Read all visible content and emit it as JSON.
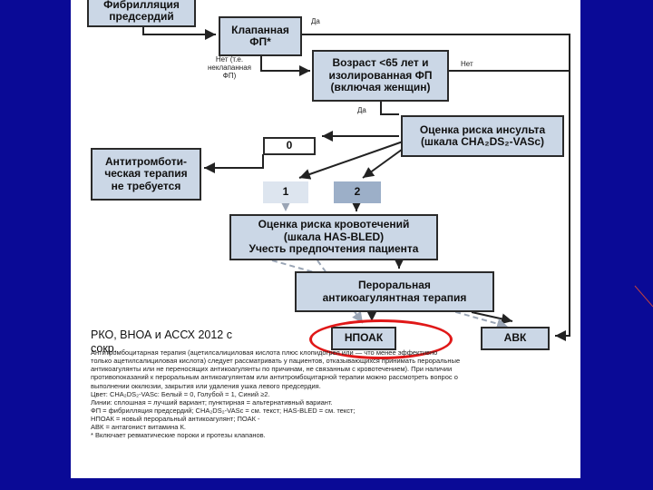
{
  "boxes": {
    "af": "Фибрилляция\nпредсердий",
    "valvular": "Клапанная\nФП*",
    "age": "Возраст <65 лет и\nизолированная ФП\n(включая женщин)",
    "stroke": "Оценка риска инсульта\n(шкала CHA₂DS₂-VASc)",
    "zero": "0",
    "antithrombotic": "Антитромботи-\nческая терапия\nне требуется",
    "one": "1",
    "two": "2",
    "bleeding": "Оценка риска кровотечений\n(шкала HAS-BLED)\nУчесть предпочтения пациента",
    "oral": "Пероральная\nантикоагулянтная терапия",
    "npoak": "НПОАК",
    "avk": "АВК"
  },
  "labels": {
    "yes1": "Да",
    "no1": "Нет (т.е.\nнеклапанная\nФП)",
    "no2": "Нет",
    "yes2": "Да"
  },
  "caption": "РКО, ВНОА и АССХ 2012 с\nсокр.",
  "legend": [
    "Антитромбоцитарная терапия (ацетилсалициловая кислота плюс клопидогрел или — что менее эффективно",
    "только ацетилсалициловая кислота) следует рассматривать у пациентов, отказывающихся принимать пероральные",
    "антикоагулянты или не переносящих антикоагулянты по причинам, не связанным с кровотечением). При наличии",
    "противопоказаний к пероральным антикоагулянтам или антитромбоцитарной терапии можно рассмотреть вопрос о",
    "выполнении окклюзии, закрытия или удаления ушка левого предсердия.",
    "Цвет: CHA₂DS₂-VASc: Белый = 0, Голубой = 1, Синий ≥2.",
    "Линии: сплошная = лучший вариант; пунктирная = альтернативный вариант.",
    "ФП = фибрилляция предсердий; CHA₂DS₂-VASc = см. текст; HAS-BLED = см. текст;",
    "НПОАК = новый пероральный антикоагулянт; ПОАК -",
    "АВК = антагонист витамина К.",
    "* Включает ревматические пороки и протезы клапанов."
  ]
}
